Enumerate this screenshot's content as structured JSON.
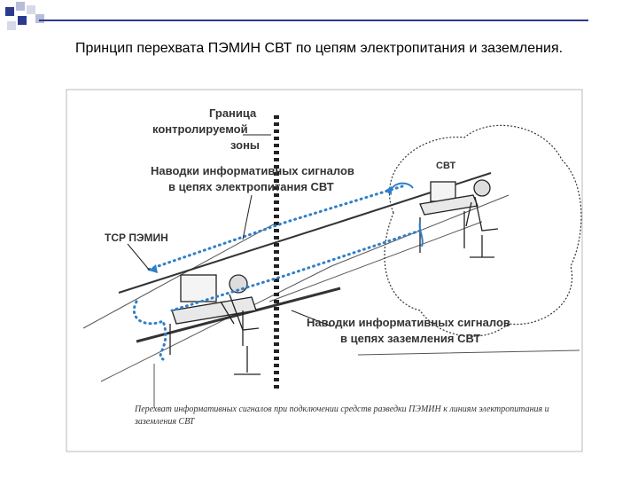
{
  "slide": {
    "title": "Принцип перехвата ПЭМИН СВТ по цепям электропитания и заземления."
  },
  "figure": {
    "labels": {
      "boundary": [
        "Граница",
        "контролируемой",
        "зоны"
      ],
      "power_pickup": [
        "Наводки информативных сигналов",
        "в цепях электропитания СВТ"
      ],
      "tsr": "ТСР ПЭМИН",
      "svt": "СВТ",
      "ground_pickup": [
        "Наводки информативных сигналов",
        "в цепях заземления СВТ"
      ]
    },
    "caption": "Перехват информативных сигналов при подключении средств разведки ПЭМИН к линиям электропитания и заземления СВТ"
  },
  "colors": {
    "accent_blue": "#2f7fc8",
    "decor_blue": "#2a3a8c",
    "boundary": "#222222"
  }
}
